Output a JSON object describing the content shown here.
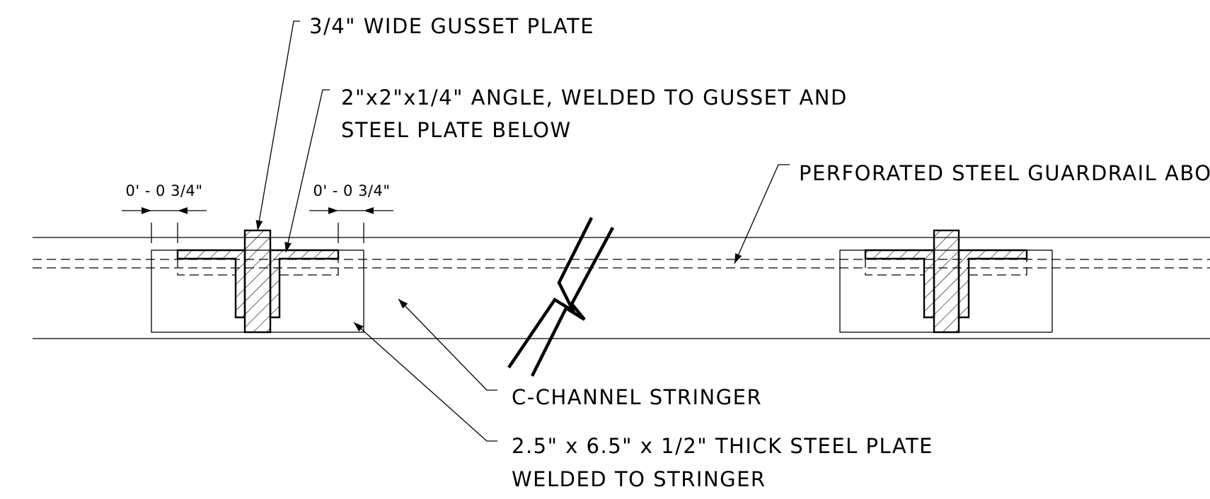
{
  "drawing": {
    "labels": {
      "gusset": "3/4\" WIDE GUSSET PLATE",
      "angle_line1": "2\"x2\"x1/4\" ANGLE, WELDED TO GUSSET AND",
      "angle_line2": "STEEL PLATE BELOW",
      "guardrail": "PERFORATED STEEL GUARDRAIL ABOVE",
      "stringer": "C-CHANNEL STRINGER",
      "plate_line1": "2.5\" x 6.5\" x 1/2\" THICK STEEL PLATE",
      "plate_line2": "WELDED TO STRINGER"
    },
    "dimensions": {
      "left": "0' - 0 3/4\"",
      "right": "0' - 0 3/4\""
    }
  }
}
